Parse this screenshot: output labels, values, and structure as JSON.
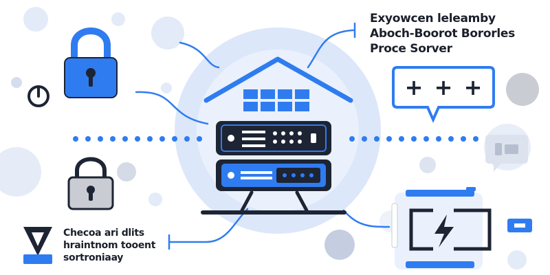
{
  "colors": {
    "primary_blue": "#2f7cf0",
    "light_blue": "#dbe7fb",
    "pale_blue": "#eaf1fc",
    "dark_navy": "#1d2433",
    "grey": "#c9ccd3",
    "white": "#ffffff"
  },
  "labels": {
    "top_right": [
      "Exyowcen leleamby",
      "Aboch-Boorot Bororles",
      "Proce Sorver"
    ],
    "bottom_left": [
      "Checoa ari dlits",
      "hraintnom tooent",
      "sortroniaay"
    ]
  },
  "icons": {
    "hub": "house-server-icon",
    "padlock_blue": "lock-icon",
    "padlock_grey": "lock-icon",
    "power": "power-icon",
    "speech_bubble": "plus-speech-bubble-icon",
    "chat": "chat-bubble-icon",
    "battery": "battery-charging-icon",
    "brand": "v-logo-icon"
  },
  "speech_bubble_symbols": [
    "+",
    "+",
    "+"
  ]
}
